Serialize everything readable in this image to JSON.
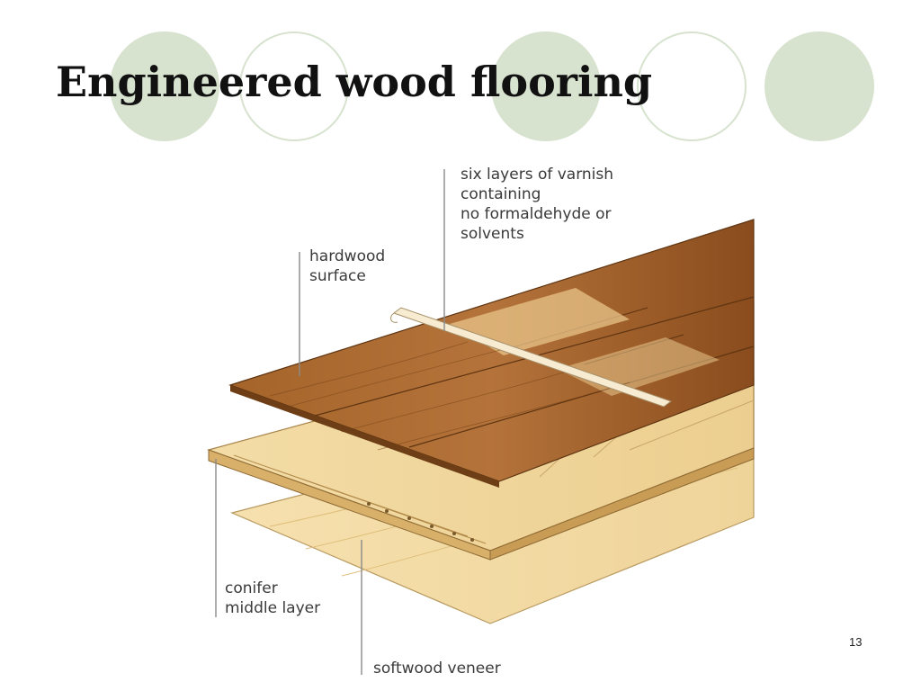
{
  "slide": {
    "title": "Engineered wood flooring",
    "page_number": "13"
  },
  "labels": {
    "varnish": [
      "six layers of varnish",
      "containing",
      "no formaldehyde or",
      "solvents"
    ],
    "hardwood": [
      "hardwood",
      "surface"
    ],
    "conifer": [
      "conifer",
      "middle layer"
    ],
    "softwood": [
      "softwood veneer"
    ]
  },
  "colors": {
    "circle_fill": "#d7e2cf",
    "hardwood": "#9c5a22",
    "pine": "#f1d69e",
    "veneer": "#f5dda8"
  }
}
